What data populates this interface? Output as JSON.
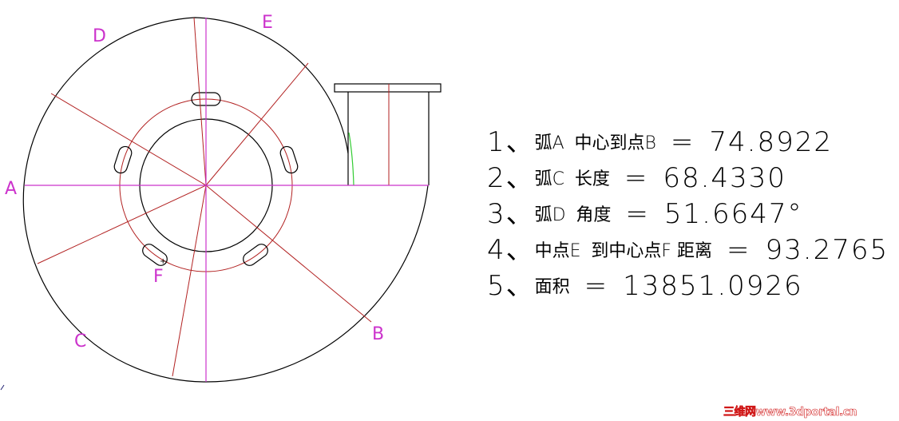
{
  "drawing": {
    "labels": {
      "A": "A",
      "B": "B",
      "C": "C",
      "D": "D",
      "E": "E",
      "F": "F"
    },
    "colors": {
      "outline": "#000000",
      "construction": "#b22222",
      "axis": "#cc33cc",
      "highlight": "#33cc33"
    }
  },
  "results": [
    {
      "num": "1、",
      "label_a": "弧A",
      "label_b": "中心到点B",
      "eq": "=",
      "value": "74.8922"
    },
    {
      "num": "2、",
      "label_a": "弧C",
      "label_b": "长度",
      "eq": "=",
      "value": "68.4330"
    },
    {
      "num": "3、",
      "label_a": "弧D",
      "label_b": "角度",
      "eq": "=",
      "value": "51.6647°"
    },
    {
      "num": "4、",
      "label_a": "中点E",
      "label_b": "到中心点F 距离",
      "eq": "=",
      "value": "93.2765"
    },
    {
      "num": "5、",
      "label_a": "面积",
      "label_b": "",
      "eq": "=",
      "value": "13851.0926"
    }
  ],
  "watermark": "三维网www.3dportal.cn"
}
